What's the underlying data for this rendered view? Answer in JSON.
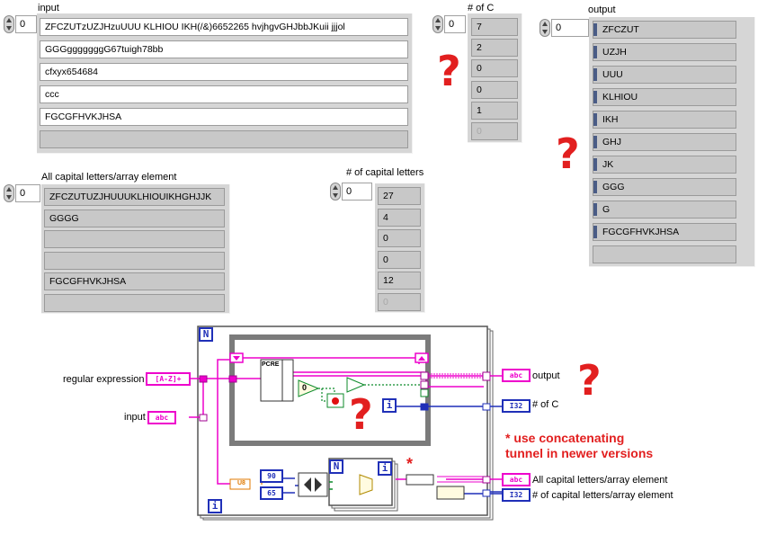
{
  "front_panel": {
    "input": {
      "label": "input",
      "index": "0",
      "items": [
        "ZFCZUTzUZJHzuUUU   KLHIOU IKH(/&)6652265 hvjhgvGHJbbJKuii jjjol",
        "GGGgggggggG67tuigh78bb",
        "cfxyx654684",
        "ccc",
        "FGCGFHVKJHSA",
        ""
      ]
    },
    "count_c": {
      "label": "# of C",
      "index": "0",
      "items": [
        "7",
        "2",
        "0",
        "0",
        "1",
        "0"
      ]
    },
    "output": {
      "label": "output",
      "index": "0",
      "items": [
        "ZFCZUT",
        "UZJH",
        "UUU",
        "KLHIOU",
        "IKH",
        "GHJ",
        "JK",
        "GGG",
        "G",
        "FGCGFHVKJHSA",
        ""
      ]
    },
    "all_caps": {
      "label": "All capital letters/array element",
      "index": "0",
      "items": [
        "ZFCZUTUZJHUUUKLHIOUIKHGHJJK",
        "GGGG",
        "",
        "",
        "FGCGFHVKJHSA",
        ""
      ]
    },
    "count_caps": {
      "label": "# of capital letters",
      "index": "0",
      "items": [
        "27",
        "4",
        "0",
        "0",
        "12",
        "0"
      ]
    },
    "question_mark": "?"
  },
  "block_diagram": {
    "regex_label": "regular expression",
    "regex_value": "[A-Z]+",
    "input_label": "input",
    "abc_label": "abc",
    "i32_label": "I32",
    "output_label": "output",
    "count_c_label": "# of C",
    "all_caps_label": "All capital letters/array element",
    "count_caps_label": "# of capital letters/array element",
    "loop_n": "N",
    "loop_i": "i",
    "note_star": "*",
    "note_text": "* use concatenating\ntunnel in newer versions",
    "pcre_label": "PCRE",
    "num_90": "90",
    "num_65": "65",
    "u8_label": "U8",
    "zero_label": "0"
  },
  "colors": {
    "panel_gray": "#d6d6d6",
    "string_pink": "#ee00cc",
    "i32_blue": "#1f2fb8",
    "question_red": "#e21f1f",
    "loop_gray": "#7b7b7b"
  }
}
